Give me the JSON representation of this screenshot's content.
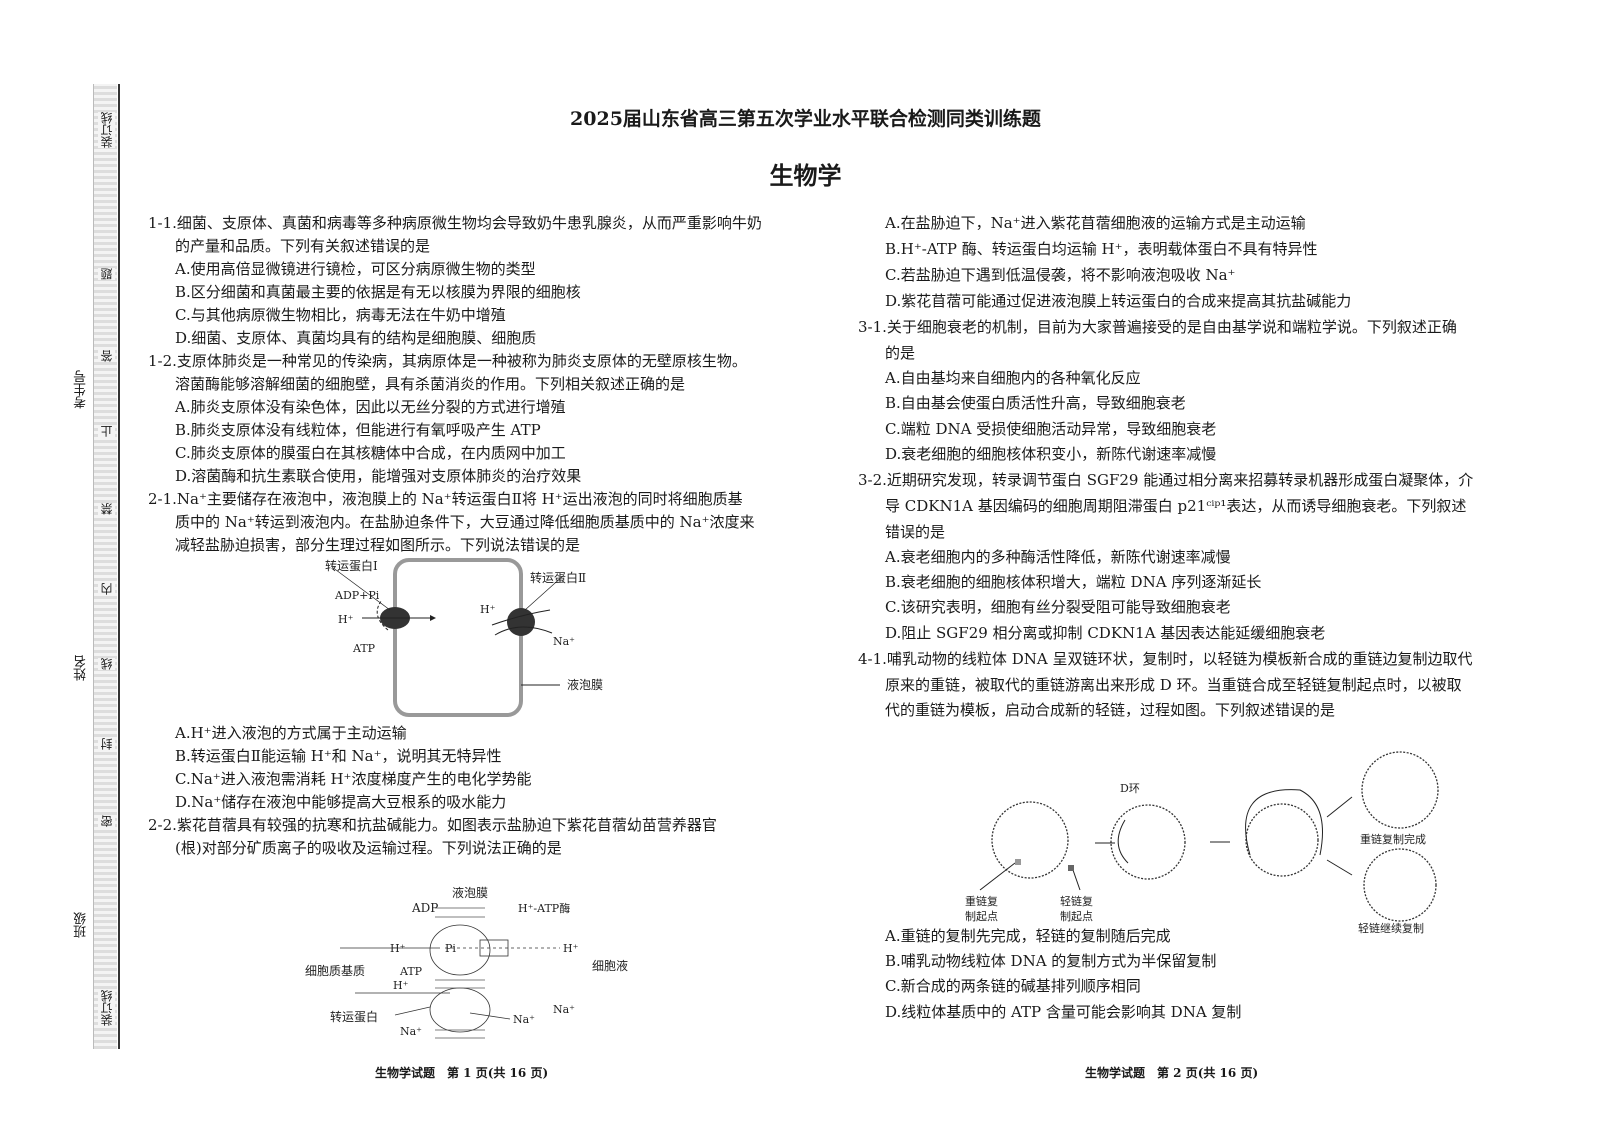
{
  "header": {
    "title": "2025届山东省高三第五次学业水平联合检测同类训练题",
    "subject": "生物学"
  },
  "margin": {
    "top_mark": "装订线",
    "bottom_mark": "装订线",
    "seal_chars": [
      "题",
      "答",
      "止",
      "禁",
      "内",
      "线",
      "封",
      "密"
    ],
    "fields": [
      "考生号",
      "姓名",
      "班级"
    ]
  },
  "left_lines": [
    "1-1.细菌、支原体、真菌和病毒等多种病原微生物均会导致奶牛患乳腺炎，从而严重影响牛奶",
    "的产量和品质。下列有关叙述错误的是",
    "A.使用高倍显微镜进行镜检，可区分病原微生物的类型",
    "B.区分细菌和真菌最主要的依据是有无以核膜为界限的细胞核",
    "C.与其他病原微生物相比，病毒无法在牛奶中增殖",
    "D.细菌、支原体、真菌均具有的结构是细胞膜、细胞质",
    "1-2.支原体肺炎是一种常见的传染病，其病原体是一种被称为肺炎支原体的无壁原核生物。",
    "溶菌酶能够溶解细菌的细胞壁，具有杀菌消炎的作用。下列相关叙述正确的是",
    "A.肺炎支原体没有染色体，因此以无丝分裂的方式进行增殖",
    "B.肺炎支原体没有线粒体，但能进行有氧呼吸产生 ATP",
    "C.肺炎支原体的膜蛋白在其核糖体中合成，在内质网中加工",
    "D.溶菌酶和抗生素联合使用，能增强对支原体肺炎的治疗效果",
    "2-1.Na⁺主要储存在液泡中，液泡膜上的 Na⁺转运蛋白Ⅱ将 H⁺运出液泡的同时将细胞质基",
    "质中的 Na⁺转运到液泡内。在盐胁迫条件下，大豆通过降低细胞质基质中的 Na⁺浓度来",
    "减轻盐胁迫损害，部分生理过程如图所示。下列说法错误的是",
    "A.H⁺进入液泡的方式属于主动运输",
    "B.转运蛋白Ⅱ能运输 H⁺和 Na⁺，说明其无特异性",
    "C.Na⁺进入液泡需消耗 H⁺浓度梯度产生的电化学势能",
    "D.Na⁺储存在液泡中能够提高大豆根系的吸水能力",
    "2-2.紫花苜蓿具有较强的抗寒和抗盐碱能力。如图表示盐胁迫下紫花苜蓿幼苗营养器官",
    "(根)对部分矿质离子的吸收及运输过程。下列说法正确的是"
  ],
  "right_lines": [
    "A.在盐胁迫下，Na⁺进入紫花苜蓿细胞液的运输方式是主动运输",
    "B.H⁺-ATP 酶、转运蛋白均运输 H⁺，表明载体蛋白不具有特异性",
    "C.若盐胁迫下遇到低温侵袭，将不影响液泡吸收 Na⁺",
    "D.紫花苜蓿可能通过促进液泡膜上转运蛋白的合成来提高其抗盐碱能力",
    "3-1.关于细胞衰老的机制，目前为大家普遍接受的是自由基学说和端粒学说。下列叙述正确",
    "的是",
    "A.自由基均来自细胞内的各种氧化反应",
    "B.自由基会使蛋白质活性升高，导致细胞衰老",
    "C.端粒 DNA 受损使细胞活动异常，导致细胞衰老",
    "D.衰老细胞的细胞核体积变小，新陈代谢速率减慢",
    "3-2.近期研究发现，转录调节蛋白 SGF29 能通过相分离来招募转录机器形成蛋白凝聚体，介",
    "导 CDKN1A 基因编码的细胞周期阻滞蛋白 p21ᶜⁱᵖ¹表达，从而诱导细胞衰老。下列叙述",
    "错误的是",
    "A.衰老细胞内的多种酶活性降低，新陈代谢速率减慢",
    "B.衰老细胞的细胞核体积增大，端粒 DNA 序列逐渐延长",
    "C.该研究表明，细胞有丝分裂受阻可能导致细胞衰老",
    "D.阻止 SGF29 相分离或抑制 CDKN1A 基因表达能延缓细胞衰老",
    "4-1.哺乳动物的线粒体 DNA 呈双链环状，复制时，以轻链为模板新合成的重链边复制边取代",
    "原来的重链，被取代的重链游离出来形成 D 环。当重链合成至轻链复制起点时，以被取",
    "代的重链为模板，启动合成新的轻链，过程如图。下列叙述错误的是",
    "A.重链的复制先完成，轻链的复制随后完成",
    "B.哺乳动物线粒体 DNA 的复制方式为半保留复制",
    "C.新合成的两条链的碱基排列顺序相同",
    "D.线粒体基质中的 ATP 含量可能会影响其 DNA 复制"
  ],
  "fig1": {
    "protein1": "转运蛋白Ⅰ",
    "protein2": "转运蛋白Ⅱ",
    "adp": "ADP+Pi",
    "atp": "ATP",
    "h": "H⁺",
    "na": "Na⁺",
    "membrane": "液泡膜"
  },
  "fig2": {
    "membrane": "液泡膜",
    "adp": "ADP",
    "atpase": "H⁺-ATP酶",
    "pi": "Pi",
    "h": "H⁺",
    "atp": "ATP",
    "cytoplasm": "细胞质基质",
    "cell_sap": "细胞液",
    "transporter": "转运蛋白",
    "na": "Na⁺"
  },
  "fig3": {
    "dloop": "D环",
    "heavy_origin": [
      "重链复",
      "制起点"
    ],
    "light_origin": [
      "轻链复",
      "制起点"
    ],
    "heavy_done": "重链复制完成",
    "light_continue": "轻链继续复制"
  },
  "footer": {
    "page1": "生物学试题　第 1 页(共 16 页)",
    "page2": "生物学试题　第 2 页(共 16 页)"
  }
}
